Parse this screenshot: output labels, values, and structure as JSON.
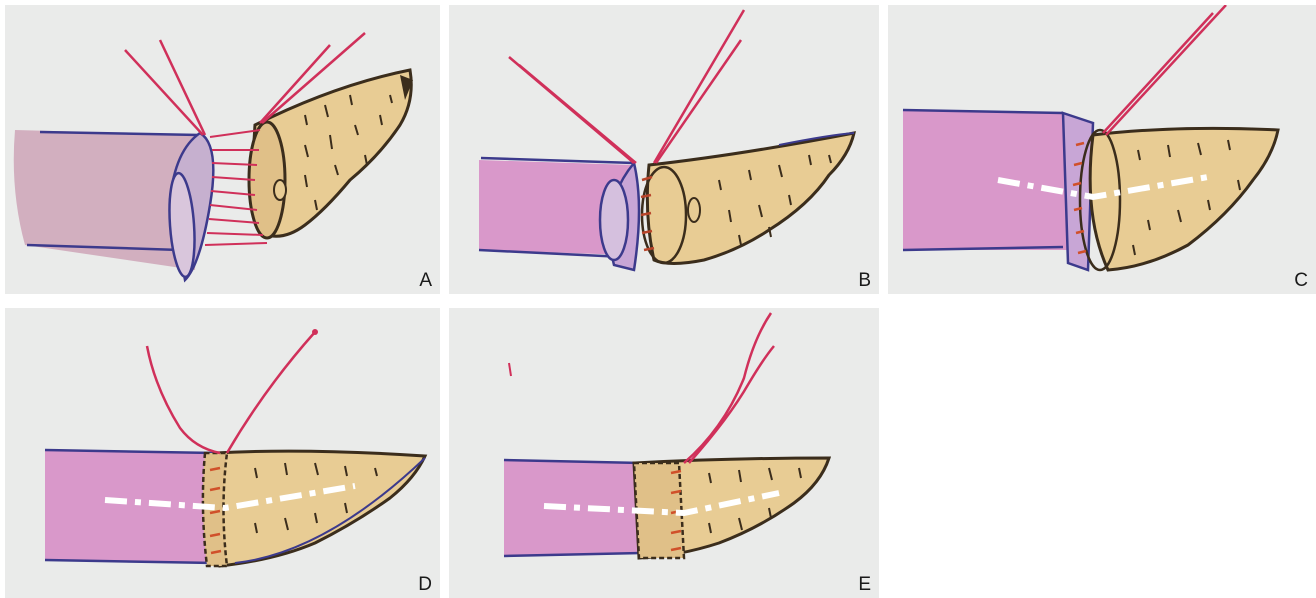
{
  "panels": [
    {
      "label": "A"
    },
    {
      "label": "B"
    },
    {
      "label": "C"
    },
    {
      "label": "D"
    },
    {
      "label": "E"
    }
  ],
  "colors": {
    "background": "#eaebea",
    "stomach_fill": "#d78fc6",
    "pancreas_fill": "#e8cc94",
    "outline": "#3c3a8c",
    "pancreas_outline": "#3b2d1c",
    "suture_red": "#d0305a",
    "stitch_orange": "#d0502a",
    "duct_stent": "#ffffff"
  },
  "icons": [
    "stomach-tube-drawing",
    "pancreas-stump-drawing",
    "suture-thread",
    "pancreatic-duct-stent"
  ]
}
